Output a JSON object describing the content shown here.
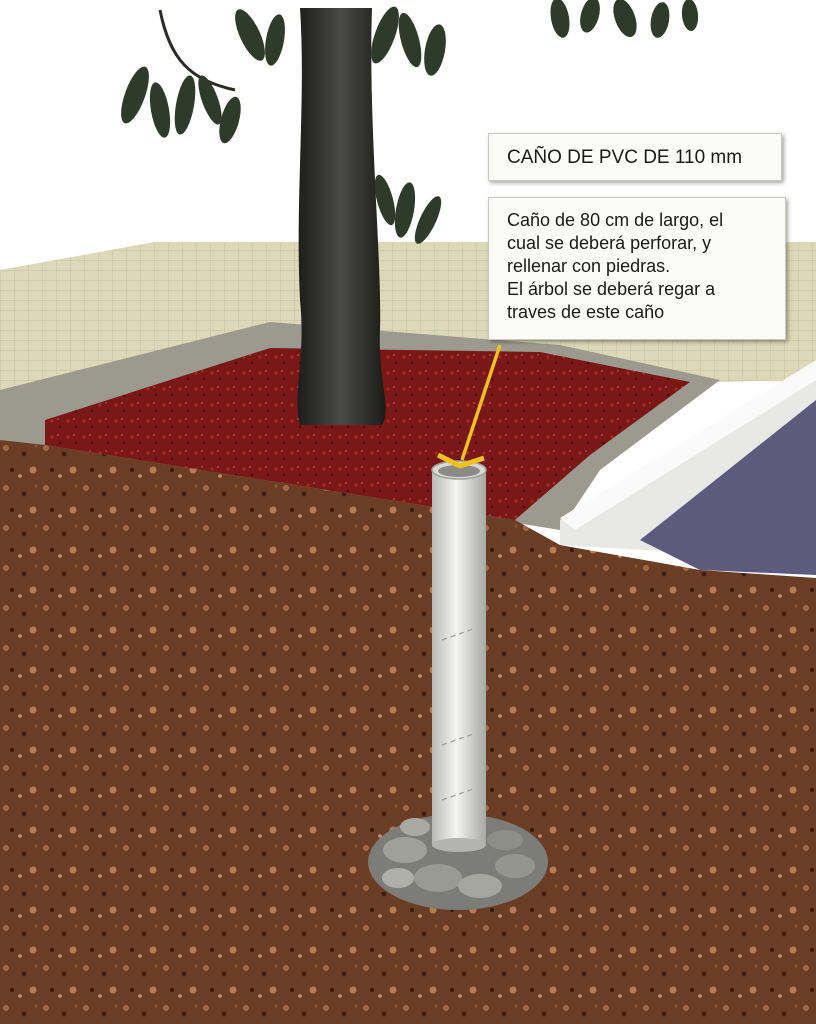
{
  "labels": {
    "title": "CAÑO DE PVC DE 110 mm",
    "note_lines": [
      "Caño de 80 cm de largo, el",
      "cual se deberá perforar, y",
      "rellenar con piedras.",
      "El árbol se deberá regar a",
      "traves de este caño"
    ]
  },
  "colors": {
    "arrow": "#f2c21b",
    "pipe": "#e6e6e3",
    "soil": "#6b3d24",
    "mulch": "#7a1717",
    "paving": "#d9d4b4",
    "curb": "#efefef",
    "road": "#5e5a7e",
    "stones": "#8c8c88"
  }
}
